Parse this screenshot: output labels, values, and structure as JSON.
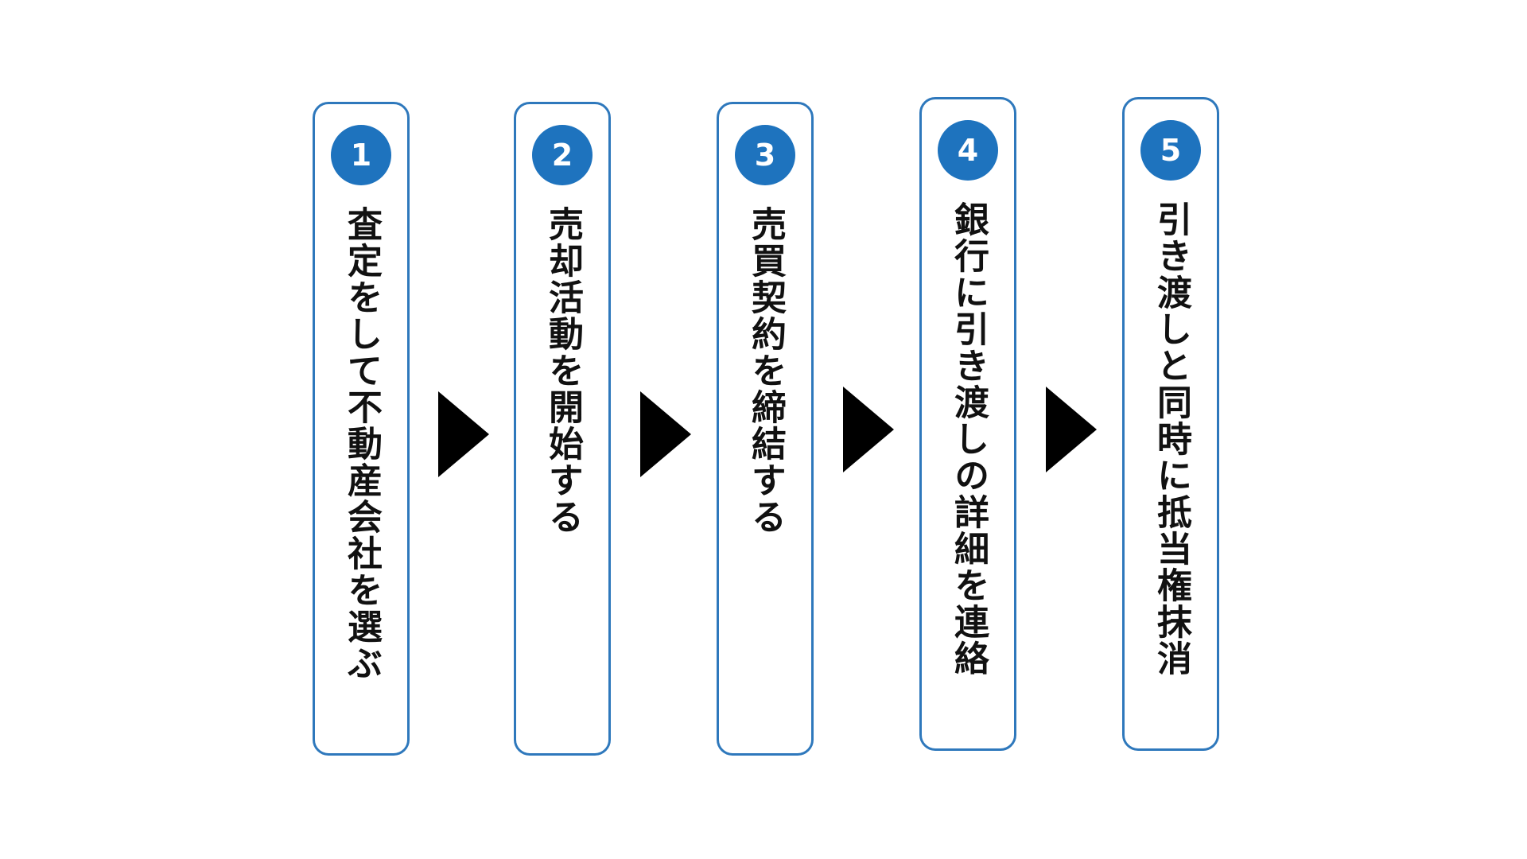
{
  "steps": [
    {
      "number": "1",
      "label": "査定をして不動産会社を選ぶ"
    },
    {
      "number": "2",
      "label": "売却活動を開始する"
    },
    {
      "number": "3",
      "label": "売買契約を締結する"
    },
    {
      "number": "4",
      "label": "銀行に引き渡しの詳細を連絡"
    },
    {
      "number": "5",
      "label": "引き渡しと同時に抵当権抹消"
    }
  ],
  "colors": {
    "border": "#2E78BC",
    "badge": "#1E73BE",
    "arrow": "#000000",
    "text": "#111111"
  },
  "icons": {
    "arrow": "right-triangle-arrow-icon"
  }
}
